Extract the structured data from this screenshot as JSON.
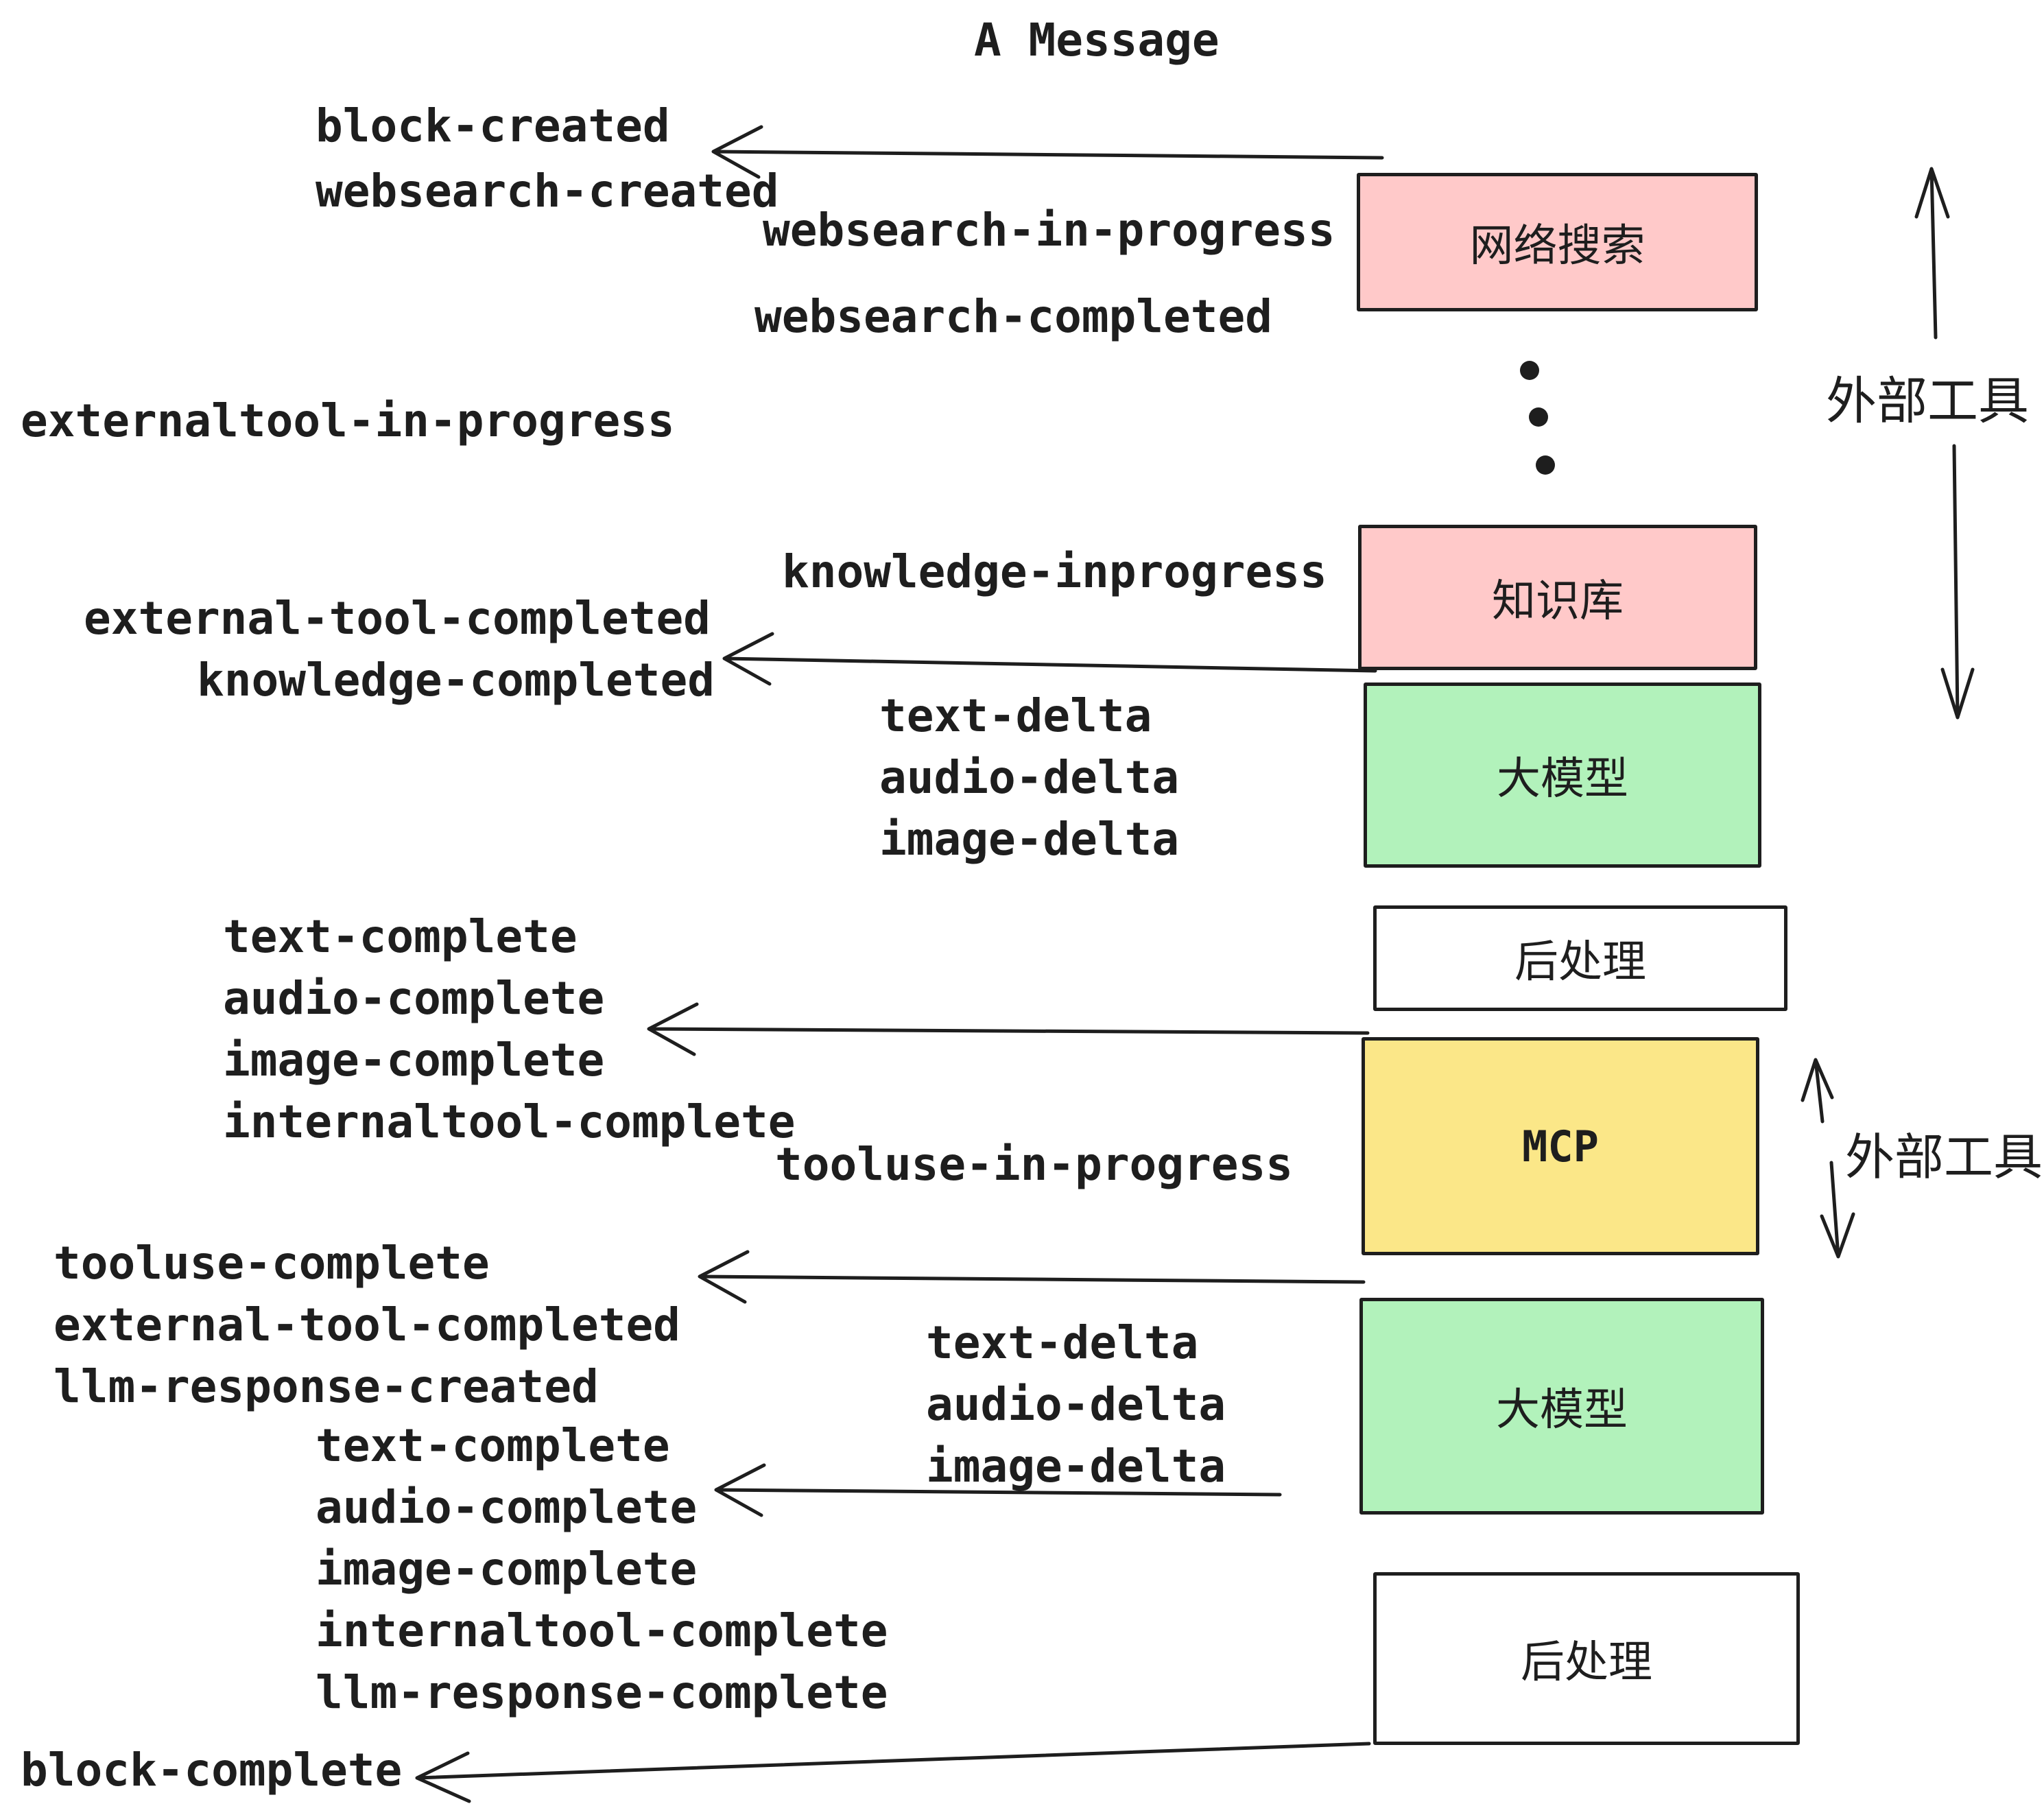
{
  "title": "A Message",
  "colors": {
    "stroke": "#1e1e1e",
    "background": "#ffffff",
    "box_pink": "#ffc9c9",
    "box_green": "#b2f2bb",
    "box_yellow": "#fbe788",
    "box_white": "#ffffff"
  },
  "boxes": [
    {
      "id": "websearch",
      "label": "网络搜索",
      "color": "#ffc9c9"
    },
    {
      "id": "knowledge",
      "label": "知识库",
      "color": "#ffc9c9"
    },
    {
      "id": "llm1",
      "label": "大模型",
      "color": "#b2f2bb"
    },
    {
      "id": "post1",
      "label": "后处理",
      "color": "#ffffff"
    },
    {
      "id": "mcp",
      "label": "MCP",
      "color": "#fbe788"
    },
    {
      "id": "llm2",
      "label": "大模型",
      "color": "#b2f2bb"
    },
    {
      "id": "post2",
      "label": "后处理",
      "color": "#ffffff"
    }
  ],
  "side_labels": {
    "external_tools_top": "外部工具",
    "external_tools_bottom": "外部工具"
  },
  "events": {
    "block_created": "block-created",
    "websearch_created": "websearch-created",
    "websearch_in_progress": "websearch-in-progress",
    "websearch_completed": "websearch-completed",
    "externaltool_in_progress": "externaltool-in-progress",
    "knowledge_inprogress": "knowledge-inprogress",
    "external_tool_completed": "external-tool-completed",
    "knowledge_completed": "knowledge-completed",
    "text_delta": "text-delta",
    "audio_delta": "audio-delta",
    "image_delta": "image-delta",
    "text_complete": "text-complete",
    "audio_complete": "audio-complete",
    "image_complete": "image-complete",
    "internaltool_complete": "internaltool-complete",
    "tooluse_in_progress": "tooluse-in-progress",
    "tooluse_complete": "tooluse-complete",
    "external_tool_completed_2": "external-tool-completed",
    "llm_response_created": "llm-response-created",
    "text_delta_2": "text-delta",
    "audio_delta_2": "audio-delta",
    "image_delta_2": "image-delta",
    "text_complete_2": "text-complete",
    "audio_complete_2": "audio-complete",
    "image_complete_2": "image-complete",
    "internaltool_complete_2": "internaltool-complete",
    "llm_response_complete": "llm-response-complete",
    "block_complete": "block-complete"
  }
}
